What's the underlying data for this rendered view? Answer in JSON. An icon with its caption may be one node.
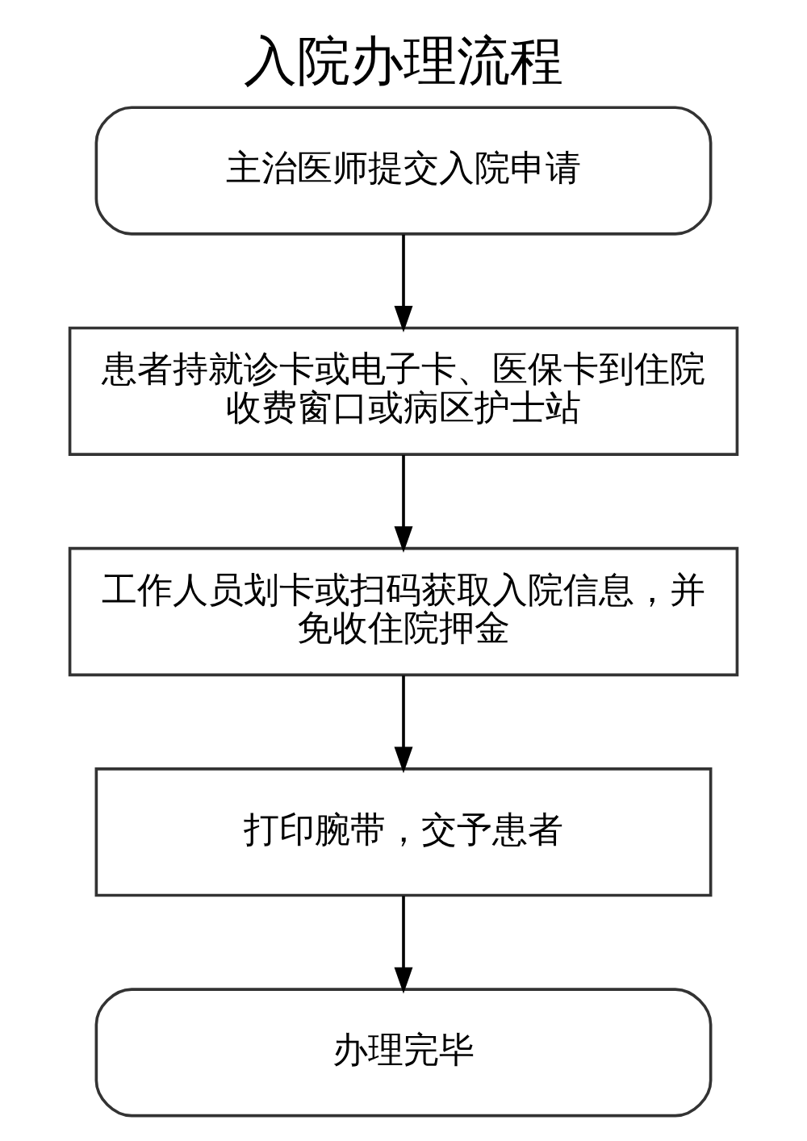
{
  "diagram": {
    "title": "入院办理流程",
    "nodes": [
      {
        "text": [
          "主治医师提交入院申请"
        ]
      },
      {
        "text": [
          "患者持就诊卡或电子卡、医保卡到住院收费窗口或病区护士站"
        ]
      },
      {
        "text": [
          "工作人员划卡或扫码获取入院信息，并免收住院押金"
        ]
      },
      {
        "text": [
          "打印腕带，交予患者"
        ]
      },
      {
        "text": [
          "办理完毕"
        ]
      }
    ],
    "edges": [
      {
        "from": 0,
        "to": 1,
        "arrow": "to"
      },
      {
        "from": 1,
        "to": 2,
        "arrow": "to"
      },
      {
        "from": 2,
        "to": 3,
        "arrow": "to"
      },
      {
        "from": 3,
        "to": 4,
        "arrow": "to"
      }
    ]
  }
}
